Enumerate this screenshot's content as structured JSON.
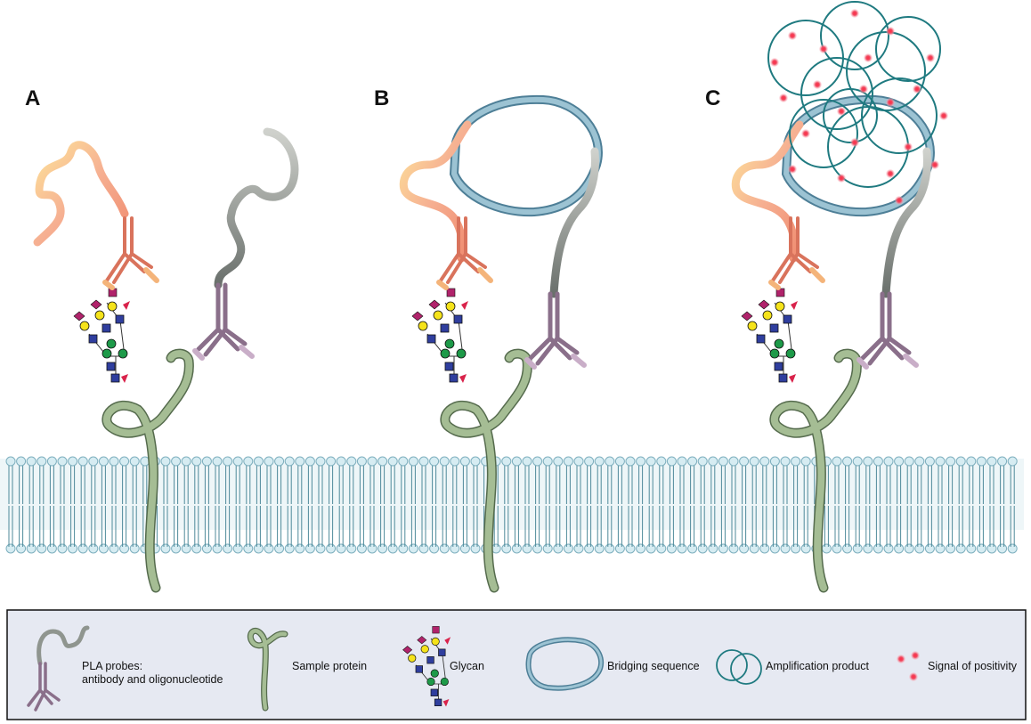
{
  "panels": [
    {
      "id": "A",
      "label": "A"
    },
    {
      "id": "B",
      "label": "B"
    },
    {
      "id": "C",
      "label": "C"
    }
  ],
  "legend": {
    "probe": {
      "line1": "PLA probes:",
      "line2": "antibody and oligonucleotide",
      "icon": "pla-probe-icon"
    },
    "protein": {
      "text": "Sample protein",
      "icon": "sample-protein-icon"
    },
    "glycan": {
      "text": "Glycan",
      "icon": "glycan-icon"
    },
    "bridging": {
      "text": "Bridging sequence",
      "icon": "bridging-sequence-icon"
    },
    "amplification": {
      "text": "Amplification product",
      "icon": "amplification-product-icon"
    },
    "signal": {
      "text": "Signal of positivity",
      "icon": "signal-dot-icon"
    }
  },
  "colors": {
    "membrane": "#cfe6ec",
    "protein": "#9fb98f",
    "antibody_left": "#f08c70",
    "antibody_right": "#a78aa6",
    "oligo_grey": "#6e7470",
    "bridging": "#6a9bb3",
    "amplification": "#1f7a80",
    "signal": "#e8233f",
    "legend_bg": "#e6e9f2"
  }
}
